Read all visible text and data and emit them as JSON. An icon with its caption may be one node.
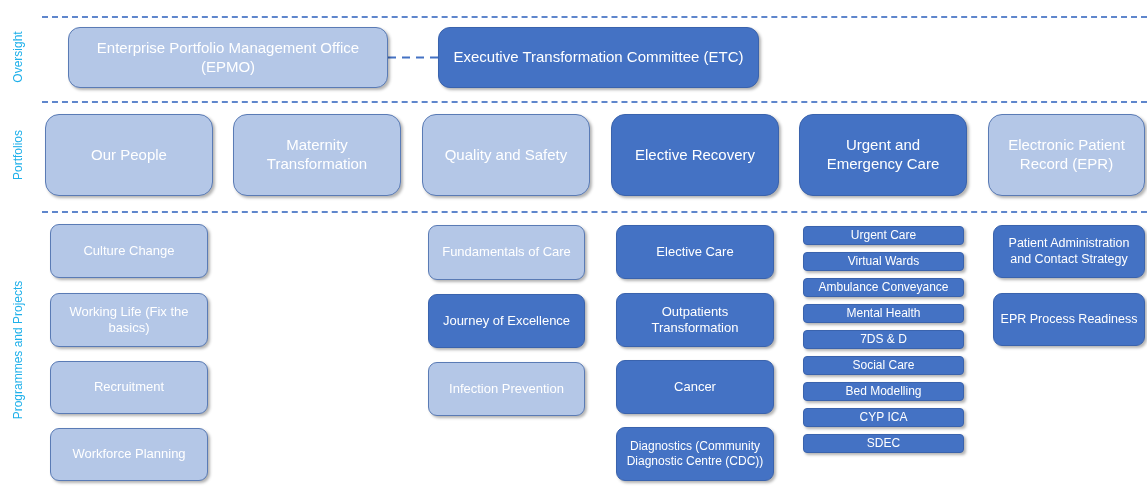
{
  "diagram": {
    "nodes": [
      {
        "text": [
          "Enterprise Portfolio Management Office (EPMO)"
        ]
      },
      {
        "text": [
          "Executive Transformation Committee (ETC)"
        ]
      },
      {
        "text": [
          "Our People"
        ]
      },
      {
        "text": [
          "Maternity Transformation"
        ]
      },
      {
        "text": [
          "Quality and Safety"
        ]
      },
      {
        "text": [
          "Elective Recovery"
        ]
      },
      {
        "text": [
          "Urgent and Emergency Care"
        ]
      },
      {
        "text": [
          "Electronic Patient Record (EPR)"
        ]
      },
      {
        "text": [
          "Culture Change"
        ]
      },
      {
        "text": [
          "Working Life (Fix the basics)"
        ]
      },
      {
        "text": [
          "Recruitment"
        ]
      },
      {
        "text": [
          "Workforce Planning"
        ]
      },
      {
        "text": [
          "Fundamentals of Care"
        ]
      },
      {
        "text": [
          "Journey of Excellence"
        ]
      },
      {
        "text": [
          "Infection Prevention"
        ]
      },
      {
        "text": [
          "Elective Care"
        ]
      },
      {
        "text": [
          "Outpatients Transformation"
        ]
      },
      {
        "text": [
          "Cancer"
        ]
      },
      {
        "text": [
          "Diagnostics (Community Diagnostic Centre (CDC))"
        ]
      },
      {
        "text": [
          "Urgent Care"
        ]
      },
      {
        "text": [
          "Virtual Wards"
        ]
      },
      {
        "text": [
          "Ambulance Conveyance"
        ]
      },
      {
        "text": [
          "Mental Health"
        ]
      },
      {
        "text": [
          "7DS & D"
        ]
      },
      {
        "text": [
          "Social Care"
        ]
      },
      {
        "text": [
          "Bed Modelling"
        ]
      },
      {
        "text": [
          "CYP ICA"
        ]
      },
      {
        "text": [
          "SDEC"
        ]
      },
      {
        "text": [
          "Patient Administration and Contact Strategy"
        ]
      },
      {
        "text": [
          "EPR Process Readiness"
        ]
      }
    ],
    "edges": [
      {
        "from": 0,
        "to": 1,
        "arrow": "none",
        "style": "dashed"
      }
    ],
    "labels": [
      "Oversight",
      "Portfolios",
      "Programmes and Projects"
    ]
  }
}
